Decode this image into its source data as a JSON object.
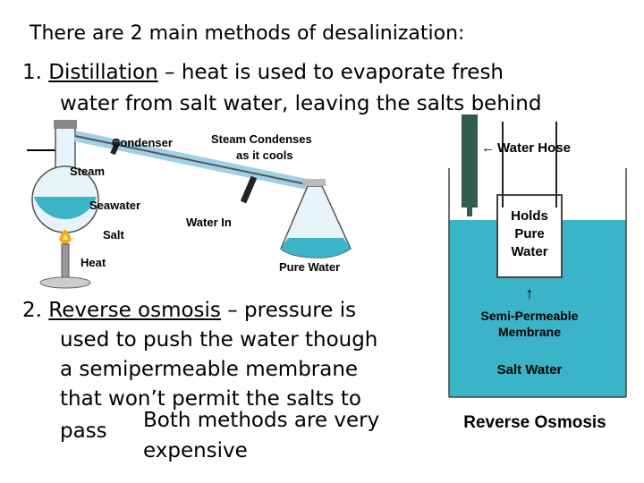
{
  "title": "There are 2 main methods of desalinization:",
  "method1": {
    "number": "1.",
    "term": "Distillation",
    "line1_rest": " – heat is used to evaporate fresh",
    "line2": "water from salt water, leaving the salts behind"
  },
  "distillation_diagram": {
    "condenser": "Condenser",
    "steam_condenses_1": "Steam Condenses",
    "steam_condenses_2": "as it cools",
    "steam": "Steam",
    "seawater": "Seawater",
    "salt": "Salt",
    "water_in": "Water In",
    "heat": "Heat",
    "pure_water": "Pure Water"
  },
  "method2": {
    "number": "2.",
    "term": "Reverse osmosis",
    "line1_rest": " – pressure is",
    "line2": "used to push the water though",
    "line3": "a semipermeable membrane",
    "line4": "that won’t permit the salts to",
    "line5": "pass",
    "note_1": "Both methods are very",
    "note_2": "expensive"
  },
  "ro_diagram": {
    "arrow_glyph": "←",
    "water_hose": "Water Hose",
    "holds_1": "Holds",
    "holds_2": "Pure",
    "holds_3": "Water",
    "up_arrow": "↑",
    "membrane_1": "Semi-Permeable",
    "membrane_2": "Membrane",
    "salt_water": "Salt Water",
    "caption": "Reverse Osmosis"
  },
  "colors": {
    "water": "#3bb3c8",
    "glass": "#9fd0e8",
    "flame": "#f6a91e",
    "hose": "#2f5d4e"
  }
}
